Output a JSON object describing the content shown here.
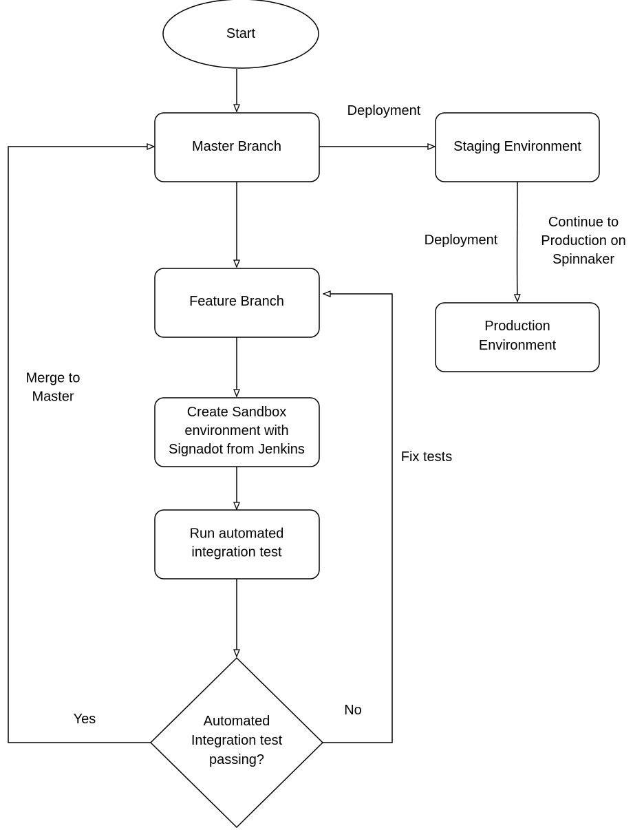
{
  "nodes": {
    "start": {
      "lines": [
        "Start"
      ]
    },
    "master_branch": {
      "lines": [
        "Master Branch"
      ]
    },
    "staging_environment": {
      "lines": [
        "Staging Environment"
      ]
    },
    "production_environment": {
      "lines": [
        "Production",
        "Environment"
      ]
    },
    "feature_branch": {
      "lines": [
        "Feature Branch"
      ]
    },
    "create_sandbox": {
      "lines": [
        "Create Sandbox",
        "environment with",
        "Signadot from Jenkins"
      ]
    },
    "run_tests": {
      "lines": [
        "Run automated",
        "integration test"
      ]
    },
    "decision": {
      "lines": [
        "Automated",
        "Integration test",
        "passing?"
      ]
    }
  },
  "edge_labels": {
    "deployment_to_staging": {
      "lines": [
        "Deployment"
      ]
    },
    "deployment_from_master": {
      "lines": [
        "Deployment"
      ]
    },
    "continue_to_production": {
      "lines": [
        "Continue to",
        "Production on",
        "Spinnaker"
      ]
    },
    "merge_to_master": {
      "lines": [
        "Merge to",
        "Master"
      ]
    },
    "fix_tests": {
      "lines": [
        "Fix tests"
      ]
    },
    "yes": {
      "lines": [
        "Yes"
      ]
    },
    "no": {
      "lines": [
        "No"
      ]
    }
  }
}
